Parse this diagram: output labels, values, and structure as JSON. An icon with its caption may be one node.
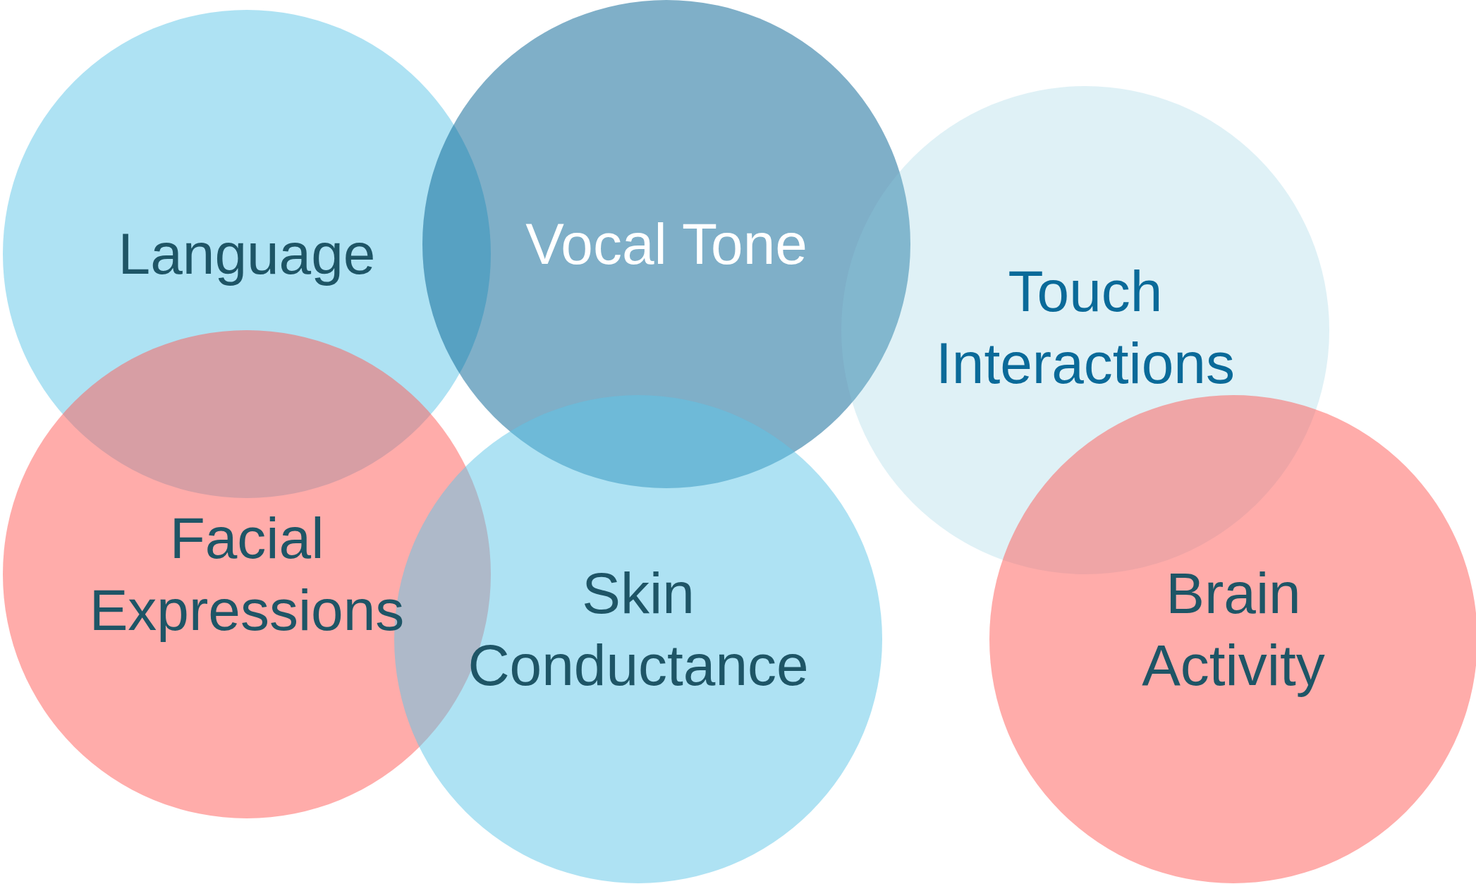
{
  "diagram": {
    "nodes": [
      {
        "text": [
          "Language"
        ]
      },
      {
        "text": [
          "Vocal Tone"
        ]
      },
      {
        "text": [
          "Touch Interactions"
        ]
      },
      {
        "text": [
          "Facial Expressions"
        ]
      },
      {
        "text": [
          "Skin Conductance"
        ]
      },
      {
        "text": [
          "Brain Activity"
        ]
      }
    ]
  }
}
